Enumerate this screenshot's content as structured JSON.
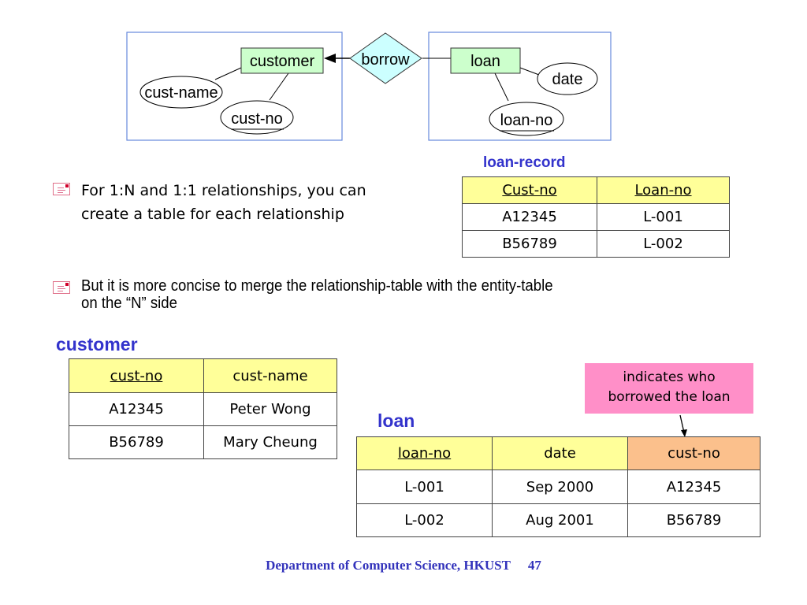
{
  "er_diagram": {
    "entities": [
      {
        "name": "customer",
        "attributes": [
          {
            "label": "cust-name",
            "key": false
          },
          {
            "label": "cust-no",
            "key": true
          }
        ]
      },
      {
        "name": "loan",
        "attributes": [
          {
            "label": "date",
            "key": false
          },
          {
            "label": "loan-no",
            "key": true
          }
        ]
      }
    ],
    "relationship": "borrow",
    "labels": {
      "customer": "customer",
      "cust_name": "cust-name",
      "cust_no": "cust-no",
      "borrow": "borrow",
      "loan": "loan",
      "date": "date",
      "loan_no": "loan-no"
    },
    "colors": {
      "entity_fill": "#ccffcc",
      "relationship_fill": "#ccffff",
      "frame": "#6688dd"
    }
  },
  "bullets": [
    {
      "icon": "note-bullet-icon",
      "text_line1": "For 1:N and 1:1 relationships, you can",
      "text_line2": "create a table for each relationship"
    },
    {
      "icon": "note-bullet-icon",
      "text_line1": "But it is more concise to merge the relationship-table with the entity-table",
      "text_line2": "on the “N” side"
    }
  ],
  "loan_record": {
    "title": "loan-record",
    "headers": [
      "Cust-no",
      "Loan-no"
    ],
    "rows": [
      [
        "A12345",
        "L-001"
      ],
      [
        "B56789",
        "L-002"
      ]
    ]
  },
  "customer_table": {
    "title": "customer",
    "headers": [
      "cust-no",
      "cust-name"
    ],
    "rows": [
      [
        "A12345",
        "Peter Wong"
      ],
      [
        "B56789",
        "Mary Cheung"
      ]
    ]
  },
  "loan_table": {
    "title": "loan",
    "headers": [
      "loan-no",
      "date",
      "cust-no"
    ],
    "rows": [
      [
        "L-001",
        "Sep 2000",
        "A12345"
      ],
      [
        "L-002",
        "Aug 2001",
        "B56789"
      ]
    ]
  },
  "callout": {
    "line1": "indicates who",
    "line2": "borrowed the loan",
    "color": "#ff8fc8"
  },
  "footer": {
    "text": "Department of Computer Science, HKUST",
    "page": "47"
  },
  "colors": {
    "title_blue": "#3333cc",
    "header_yellow": "#ffff99",
    "header_orange": "#fbc08c"
  }
}
